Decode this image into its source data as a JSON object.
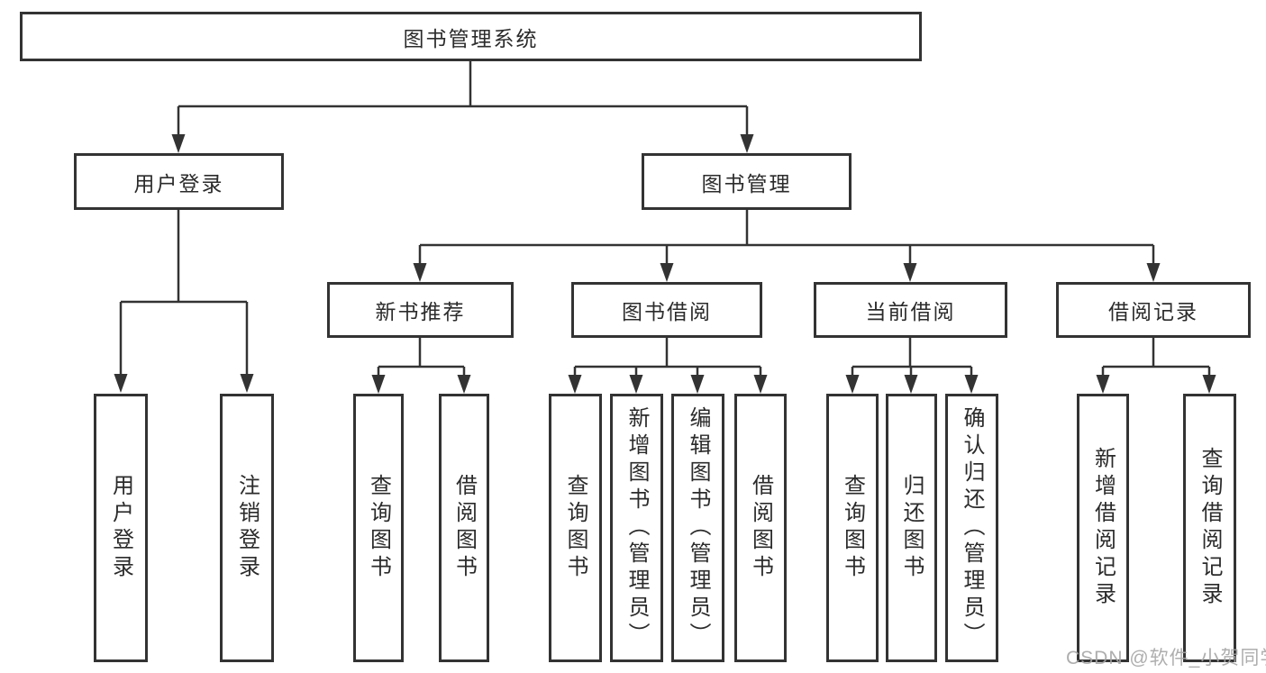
{
  "tree": {
    "label": "图书管理系统",
    "children": [
      {
        "label": "用户登录",
        "children": [
          {
            "label": "用户登录"
          },
          {
            "label": "注销登录"
          }
        ]
      },
      {
        "label": "图书管理",
        "children": [
          {
            "label": "新书推荐",
            "children": [
              {
                "label": "查询图书"
              },
              {
                "label": "借阅图书"
              }
            ]
          },
          {
            "label": "图书借阅",
            "children": [
              {
                "label": "查询图书"
              },
              {
                "label": "新增图书（管理员）"
              },
              {
                "label": "编辑图书（管理员）"
              },
              {
                "label": "借阅图书"
              }
            ]
          },
          {
            "label": "当前借阅",
            "children": [
              {
                "label": "查询图书"
              },
              {
                "label": "归还图书"
              },
              {
                "label": "确认归还（管理员）"
              }
            ]
          },
          {
            "label": "借阅记录",
            "children": [
              {
                "label": "新增借阅记录"
              },
              {
                "label": "查询借阅记录"
              }
            ]
          }
        ]
      }
    ]
  },
  "watermark": "CSDN @软件_小贺同学",
  "colors": {
    "line": "#333333",
    "text": "#2b2b2b",
    "watermark": "#a5a5a5",
    "background": "#ffffff"
  }
}
